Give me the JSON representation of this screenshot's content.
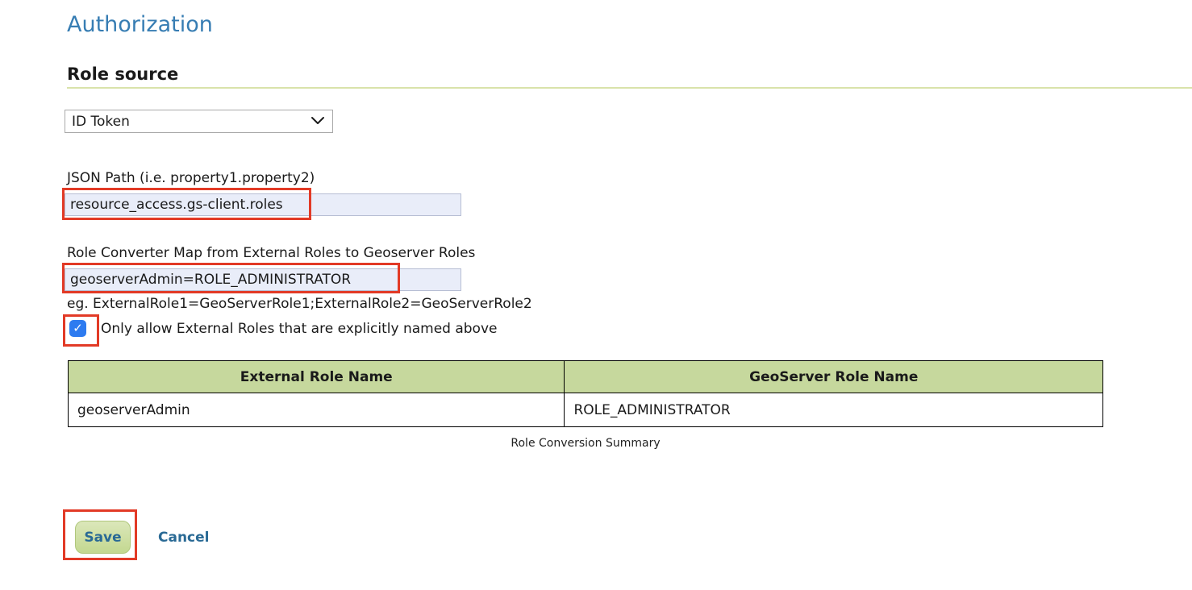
{
  "page": {
    "title": "Authorization",
    "section_heading": "Role source"
  },
  "role_source": {
    "selected": "ID Token"
  },
  "json_path": {
    "label": "JSON Path (i.e. property1.property2)",
    "value": "resource_access.gs-client.roles"
  },
  "role_converter": {
    "label": "Role Converter Map from External Roles to Geoserver Roles",
    "value": "geoserverAdmin=ROLE_ADMINISTRATOR",
    "hint": "eg. ExternalRole1=GeoServerRole1;ExternalRole2=GeoServerRole2"
  },
  "only_allow_checkbox": {
    "checked": true,
    "checkmark": "✓",
    "label": "Only allow External Roles that are explicitly named above"
  },
  "roles_table": {
    "headers": [
      "External Role Name",
      "GeoServer Role Name"
    ],
    "rows": [
      [
        "geoserverAdmin",
        "ROLE_ADMINISTRATOR"
      ]
    ],
    "caption": "Role Conversion Summary"
  },
  "actions": {
    "save_label": "Save",
    "cancel_label": "Cancel"
  },
  "colors": {
    "title_blue": "#377db3",
    "link_blue": "#2a6a95",
    "divider_green": "#d9e3aa",
    "header_green": "#c6d89d",
    "input_bg": "#e9edf9",
    "annotation_red": "#e23a26",
    "checkbox_blue": "#2d7bf0"
  }
}
